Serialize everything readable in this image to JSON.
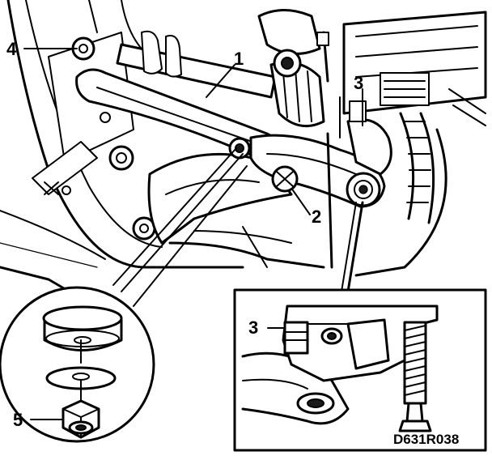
{
  "callouts": {
    "c1": "1",
    "c2": "2",
    "c3": "3",
    "c4": "4",
    "c5": "5",
    "c3_inset": "3"
  },
  "drawing_code": "D631R038"
}
